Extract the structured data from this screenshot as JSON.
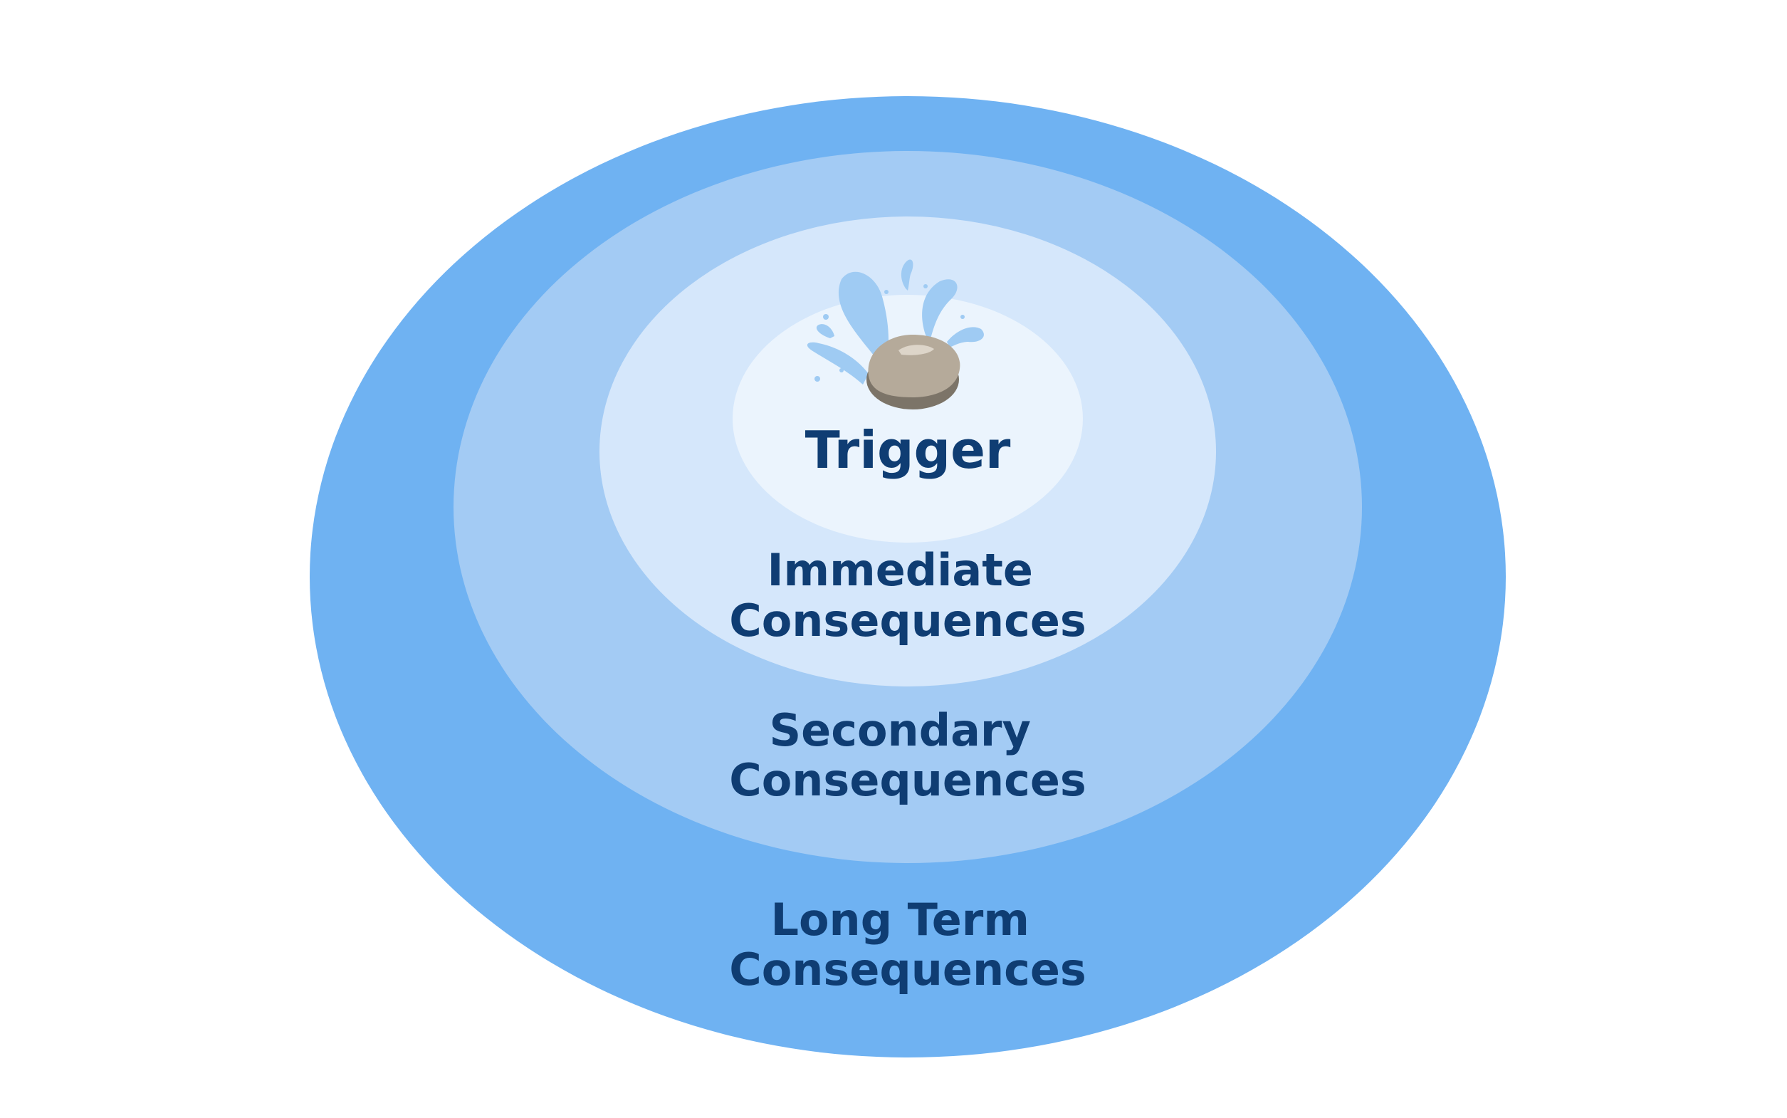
{
  "diagram": {
    "rings": [
      {
        "id": "long-term",
        "color": "#6fb2f2",
        "label_lines": [
          "Long Term",
          "Consequences"
        ]
      },
      {
        "id": "secondary",
        "color": "#a3cbf4",
        "label_lines": [
          "Secondary",
          "Consequences"
        ]
      },
      {
        "id": "immediate",
        "color": "#d5e7fb",
        "label_lines": [
          "Immediate",
          "Consequences"
        ]
      },
      {
        "id": "trigger",
        "color": "#ebf4fd",
        "label_lines": [
          "Trigger"
        ]
      }
    ],
    "center_icon": "stone-splash-icon",
    "colors": {
      "label_text": "#0f3d73",
      "stone": "#b5aa9a",
      "stone_shadow": "#7c7468",
      "stone_highlight": "#ddd5c9",
      "splash": "#9fcbf3"
    }
  }
}
